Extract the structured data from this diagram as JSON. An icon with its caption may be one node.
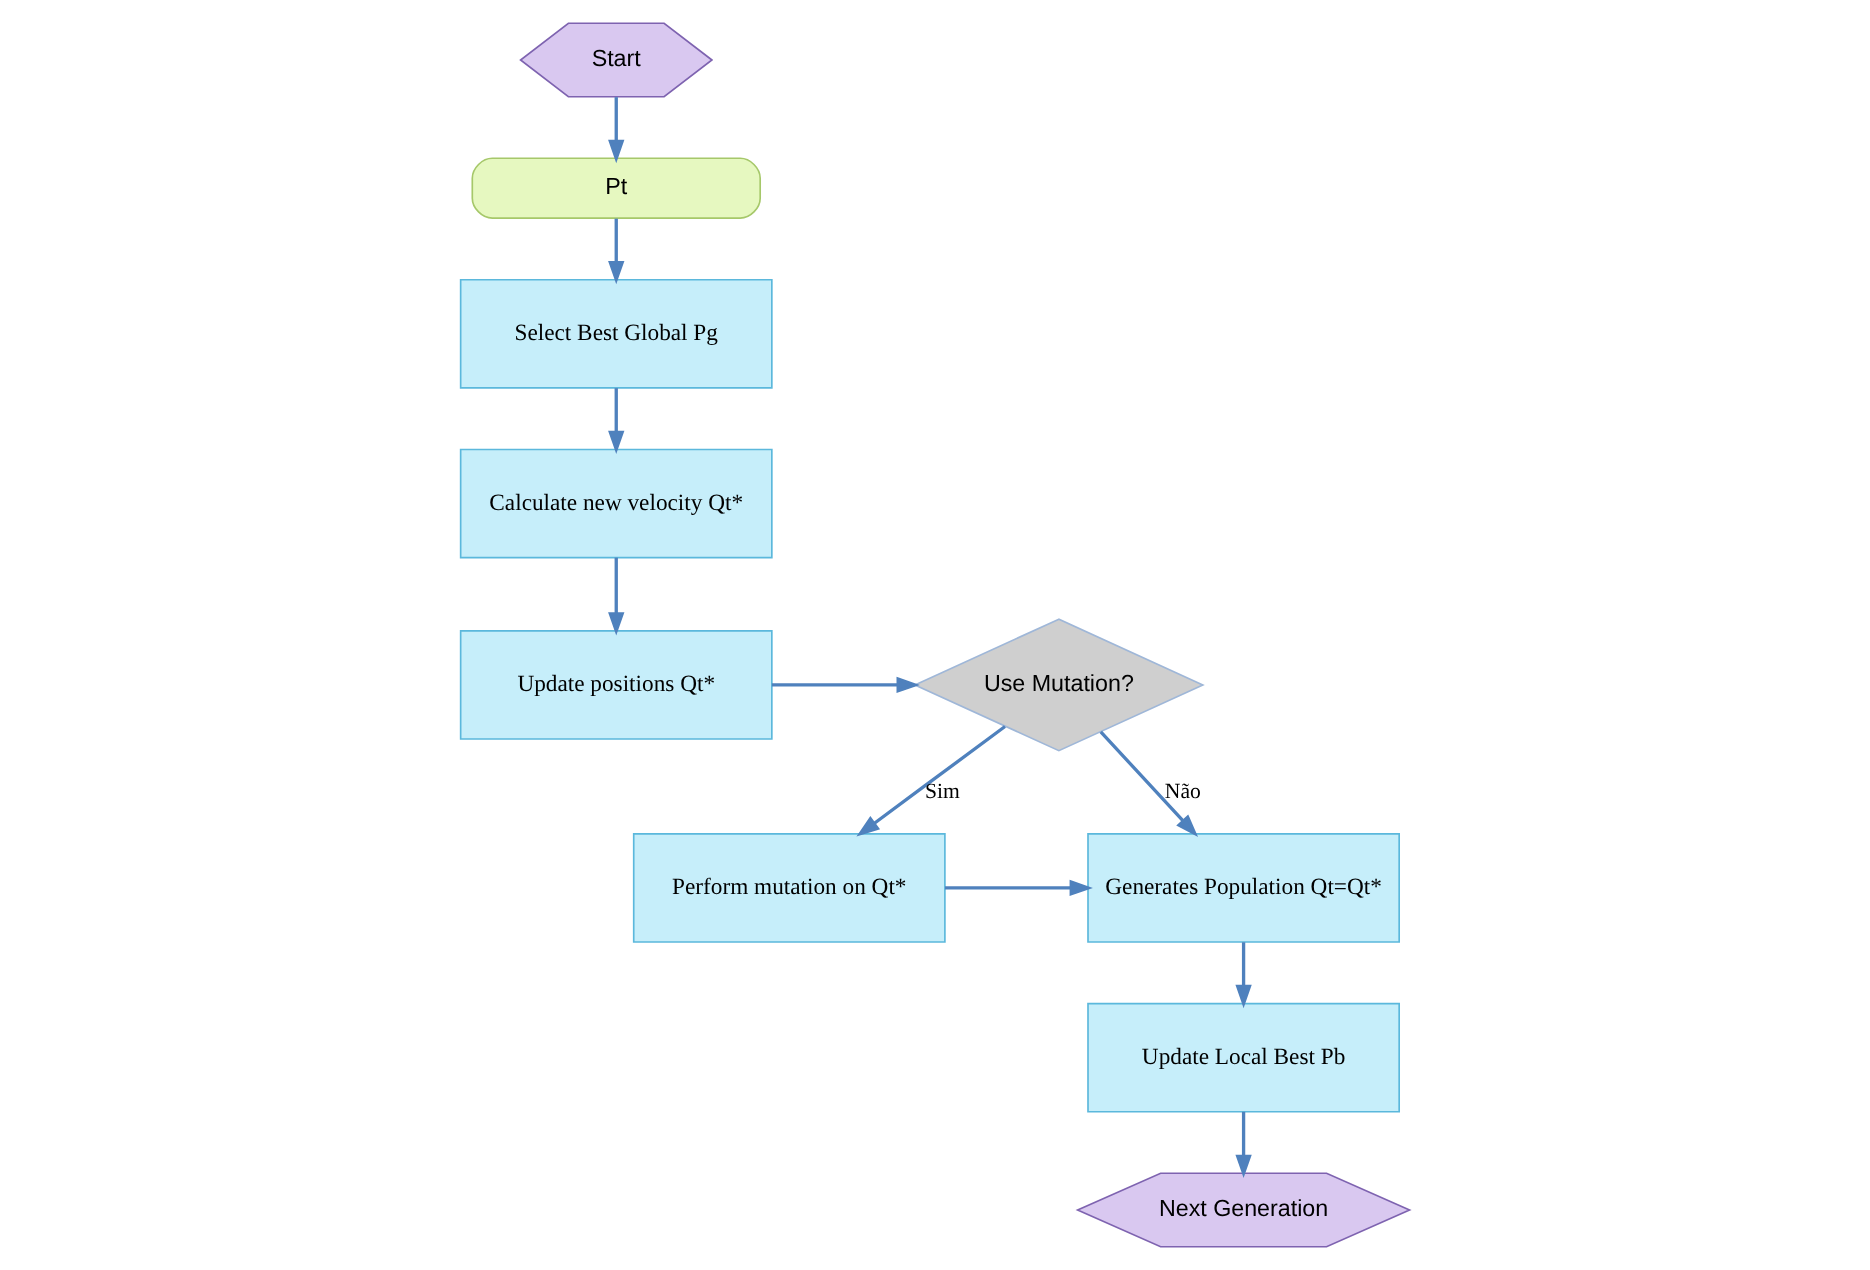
{
  "diagram": {
    "nodes": [
      {
        "text": [
          "Start"
        ]
      },
      {
        "text": [
          "Pt"
        ]
      },
      {
        "text": [
          "Select Best Global Pg"
        ]
      },
      {
        "text": [
          "Calculate new velocity Qt*"
        ]
      },
      {
        "text": [
          "Update positions Qt*"
        ]
      },
      {
        "text": [
          "Use Mutation?"
        ]
      },
      {
        "text": [
          "Perform mutation on Qt*"
        ]
      },
      {
        "text": [
          "Generates Population Qt=Qt*"
        ]
      },
      {
        "text": [
          "Update Local Best Pb"
        ]
      },
      {
        "text": [
          "Next Generation"
        ]
      }
    ],
    "edges": [
      {
        "from": 0,
        "to": 1,
        "arrow": "to"
      },
      {
        "from": 1,
        "to": 2,
        "arrow": "to"
      },
      {
        "from": 2,
        "to": 3,
        "arrow": "to"
      },
      {
        "from": 3,
        "to": 4,
        "arrow": "to"
      },
      {
        "from": 4,
        "to": 5,
        "arrow": "to"
      },
      {
        "from": 5,
        "to": 6,
        "arrow": "to",
        "label": "Sim"
      },
      {
        "from": 5,
        "to": 7,
        "arrow": "to",
        "label": "Não"
      },
      {
        "from": 6,
        "to": 7,
        "arrow": "to"
      },
      {
        "from": 7,
        "to": 8,
        "arrow": "to"
      },
      {
        "from": 8,
        "to": 9,
        "arrow": "to"
      }
    ]
  }
}
